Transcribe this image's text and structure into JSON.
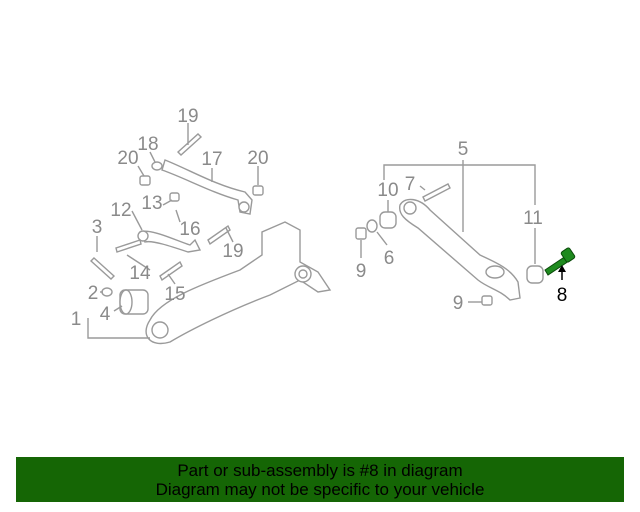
{
  "diagram": {
    "highlight_color": "#1e8a1e",
    "labels": [
      {
        "id": "19",
        "text": "19"
      },
      {
        "id": "18",
        "text": "18"
      },
      {
        "id": "17",
        "text": "17"
      },
      {
        "id": "20a",
        "text": "20"
      },
      {
        "id": "20b",
        "text": "20"
      },
      {
        "id": "13",
        "text": "13"
      },
      {
        "id": "12",
        "text": "12"
      },
      {
        "id": "16",
        "text": "16"
      },
      {
        "id": "3",
        "text": "3"
      },
      {
        "id": "19b",
        "text": "19"
      },
      {
        "id": "14",
        "text": "14"
      },
      {
        "id": "15",
        "text": "15"
      },
      {
        "id": "2",
        "text": "2"
      },
      {
        "id": "4",
        "text": "4"
      },
      {
        "id": "1",
        "text": "1"
      },
      {
        "id": "5",
        "text": "5"
      },
      {
        "id": "7",
        "text": "7"
      },
      {
        "id": "10",
        "text": "10"
      },
      {
        "id": "11",
        "text": "11"
      },
      {
        "id": "9a",
        "text": "9"
      },
      {
        "id": "6",
        "text": "6"
      },
      {
        "id": "9b",
        "text": "9"
      },
      {
        "id": "8",
        "text": "8"
      }
    ]
  },
  "banner": {
    "line1": "Part or sub-assembly is #8 in diagram",
    "line2": "Diagram may not be specific to your vehicle",
    "background": "#156605"
  }
}
